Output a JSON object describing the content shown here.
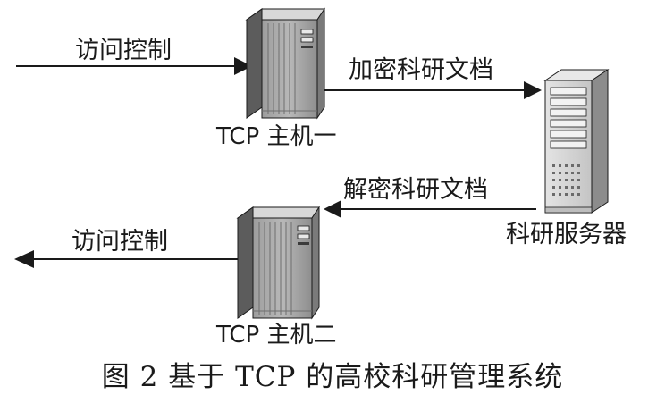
{
  "labels": {
    "access_control_top": "访问控制",
    "encrypt_docs": "加密科研文档",
    "host_one": "TCP 主机一",
    "decrypt_docs": "解密科研文档",
    "server": "科研服务器",
    "access_control_bottom": "访问控制",
    "host_two": "TCP 主机二"
  },
  "caption": "图 2   基于 TCP 的高校科研管理系统",
  "colors": {
    "stroke": "#1a1a1a",
    "tower_front": "#a9a9a9",
    "tower_side": "#5f5f5f",
    "tower_top": "#d9d9d9",
    "server_front": "#d6d6d6",
    "server_side": "#8f8f8f"
  }
}
